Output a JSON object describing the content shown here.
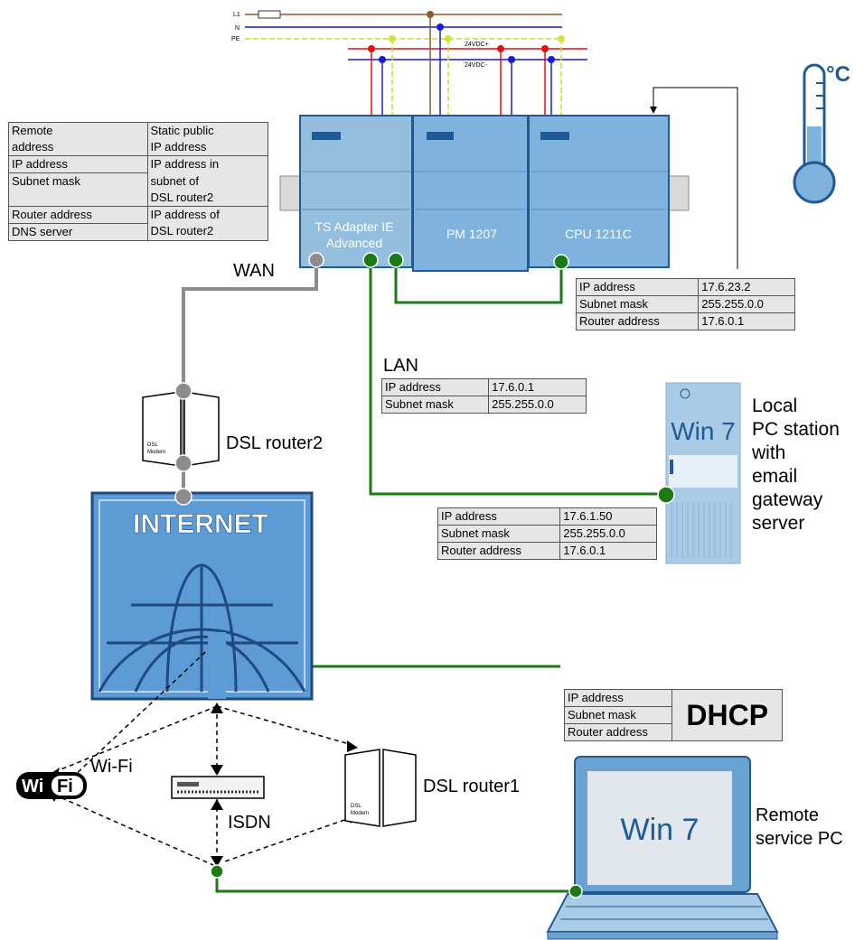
{
  "power": {
    "l1": "L1",
    "n": "N",
    "pe": "PE",
    "vplus": "24VDC+",
    "vminus": "24VDC-"
  },
  "modules": {
    "ts_adapter": [
      "TS Adapter IE",
      "Advanced"
    ],
    "pm": "PM 1207",
    "cpu": "CPU 1211C"
  },
  "thermometer": {
    "unit": "°C"
  },
  "remote_table": {
    "c1": [
      "Remote",
      "address",
      "IP address",
      "Subnet mask",
      "Router address",
      "DNS server"
    ],
    "c2": [
      "Static public",
      "IP address",
      "IP address in",
      "subnet of",
      "DSL router2",
      "IP address of",
      "DSL router2"
    ]
  },
  "cpu_table": {
    "rows": [
      [
        "IP address",
        "17.6.23.2"
      ],
      [
        "Subnet mask",
        "255.255.0.0"
      ],
      [
        "Router address",
        "17.6.0.1"
      ]
    ]
  },
  "lan_table": {
    "title": "LAN",
    "rows": [
      [
        "IP address",
        "17.6.0.1"
      ],
      [
        "Subnet mask",
        "255.255.0.0"
      ]
    ]
  },
  "pc_table": {
    "rows": [
      [
        "IP address",
        "17.6.1.50"
      ],
      [
        "Subnet mask",
        "255.255.0.0"
      ],
      [
        "Router address",
        "17.6.0.1"
      ]
    ]
  },
  "dhcp_table": {
    "rows": [
      "IP address",
      "Subnet mask",
      "Router address"
    ],
    "value": "DHCP"
  },
  "labels": {
    "wan": "WAN",
    "dsl_router2": "DSL router2",
    "dsl_router1": "DSL router1",
    "wifi": "Wi-Fi",
    "isdn": "ISDN",
    "internet": "INTERNET",
    "local_pc": [
      "Local",
      "PC station",
      "with",
      "email",
      "gateway",
      "server"
    ],
    "remote_pc": [
      "Remote",
      "service PC"
    ],
    "win7": "Win 7",
    "dsl_modem": [
      "DSL",
      "Modem"
    ],
    "wifi_logo": [
      "Wi",
      "Fi"
    ]
  },
  "colors": {
    "network": "#1b7a14",
    "wan": "#8c8c8c",
    "module": "#7fb2dc",
    "module_border": "#1f5a94",
    "internet": "#5c9bd6"
  }
}
